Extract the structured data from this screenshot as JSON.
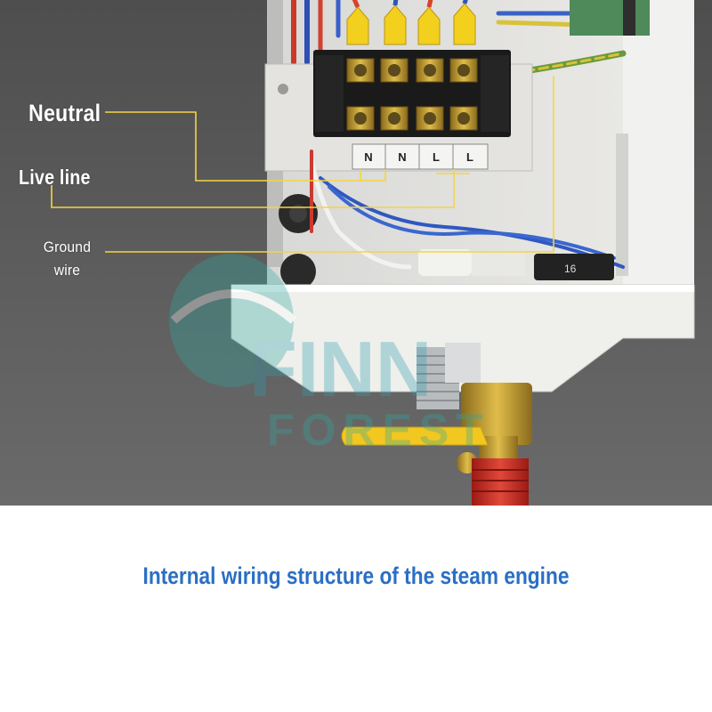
{
  "photo": {
    "labels": {
      "neutral": "Neutral",
      "live_line": "Live line",
      "ground_line1": "Ground",
      "ground_line2": "wire"
    },
    "terminal_tags": [
      "N",
      "N",
      "L",
      "L"
    ],
    "watermark": "FINN FOREST",
    "annotation_line_color": "#f5d442"
  },
  "caption": {
    "text": "Internal wiring structure of the steam engine",
    "color": "#2a6fc4"
  }
}
